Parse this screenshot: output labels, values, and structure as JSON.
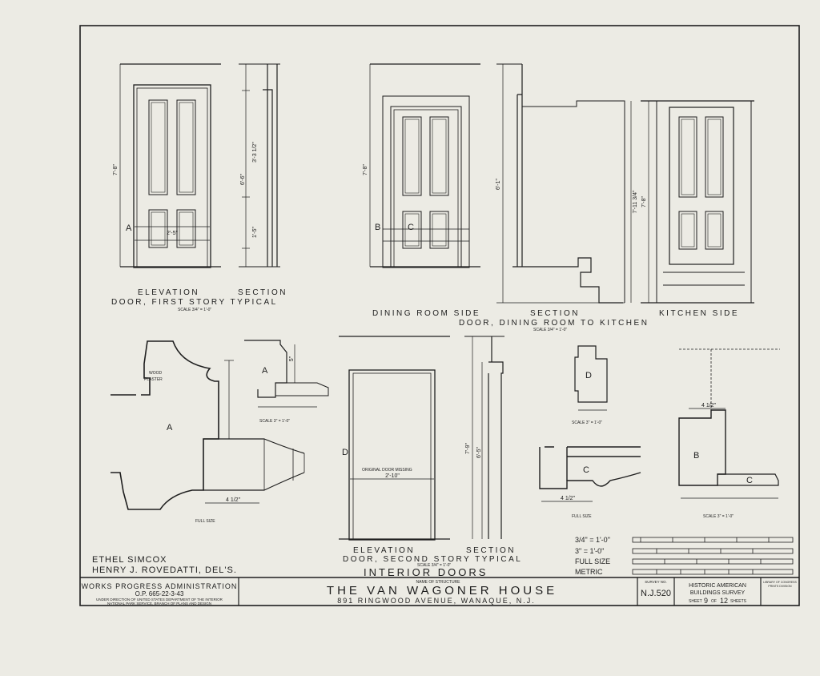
{
  "captions": {
    "first_story_elev": "ELEVATION",
    "first_story_section": "SECTION",
    "first_story_line2": "DOOR, FIRST STORY TYPICAL",
    "first_story_scale": "SCALE 3/4\" = 1'-0\"",
    "dining_room_side": "DINING ROOM SIDE",
    "dining_section": "SECTION",
    "kitchen_side": "KITCHEN SIDE",
    "dining_door_line": "DOOR, DINING ROOM TO KITCHEN",
    "dining_scale": "SCALE 3/4\" = 1'-0\"",
    "second_story_elev": "ELEVATION",
    "second_story_section": "SECTION",
    "second_story_line2": "DOOR, SECOND STORY TYPICAL",
    "second_story_scale": "SCALE 3/4\" = 1'-0\"",
    "interior_doors": "INTERIOR DOORS",
    "original_door_missing": "ORIGINAL DOOR MISSING",
    "full_size_1": "FULL SIZE",
    "full_size_2": "FULL SIZE",
    "scale_3_a": "SCALE 3\" = 1'-0\"",
    "scale_3_b": "SCALE 3\" = 1'-0\"",
    "scale_3_c": "SCALE 3\" = 1'-0\"",
    "wood": "WOOD",
    "plaster": "PLASTER"
  },
  "section_labels": {
    "a": "A",
    "b": "B",
    "c": "C",
    "d": "D"
  },
  "dimensions": {
    "first_height": "7'-8\"",
    "first_door": "6'-6\"",
    "first_rail": "3'-3 1/2\"",
    "first_bottom": "1'-5\"",
    "first_width": "2'-5\"",
    "dining_height": "7'-8\"",
    "dining_total": "7'-11 3/4\"",
    "dining_door": "6'-1\"",
    "kitchen_height": "7'-8\"",
    "second_height": "7'-9\"",
    "second_door": "6'-5\"",
    "second_width": "2'-10\"",
    "detail_a_width": "4 1/2\"",
    "detail_a_height": "5\"",
    "detail_c_width": "4 1/2\"",
    "detail_b_width": "4 1/2\""
  },
  "credits": {
    "line1": "ETHEL SIMCOX",
    "line2": "HENRY J. ROVEDATTI, DEL'S."
  },
  "graphic_scales": {
    "label_3_4": "3/4\" = 1'-0\"",
    "label_3": "3\" = 1'-0\"",
    "label_full": "FULL SIZE",
    "label_metric": "METRIC"
  },
  "title_block": {
    "wpa": "WORKS PROGRESS ADMINISTRATION",
    "op": "O.P. 665-22-3-43",
    "direction1": "UNDER DIRECTION OF UNITED STATES DEPARTMENT OF THE INTERIOR",
    "direction2": "NATIONAL PARK SERVICE, BRANCH OF PLANS AND DESIGN",
    "name_label": "NAME OF STRUCTURE",
    "name": "THE VAN WAGONER HOUSE",
    "address": "891 RINGWOOD AVENUE, WANAQUE, N.J.",
    "survey_label": "SURVEY NO.",
    "survey_no": "N.J.520",
    "habs1": "HISTORIC AMERICAN",
    "habs2": "BUILDINGS SURVEY",
    "sheet_label": "SHEET",
    "sheet_no": "9",
    "sheet_of": "OF",
    "sheet_total": "12",
    "sheets_label": "SHEETS",
    "loc1": "LIBRARY OF CONGRESS",
    "loc2": "PRINTS DIVISION"
  },
  "colors": {
    "paper": "#ecebe4",
    "ink": "#1e1e1e"
  }
}
